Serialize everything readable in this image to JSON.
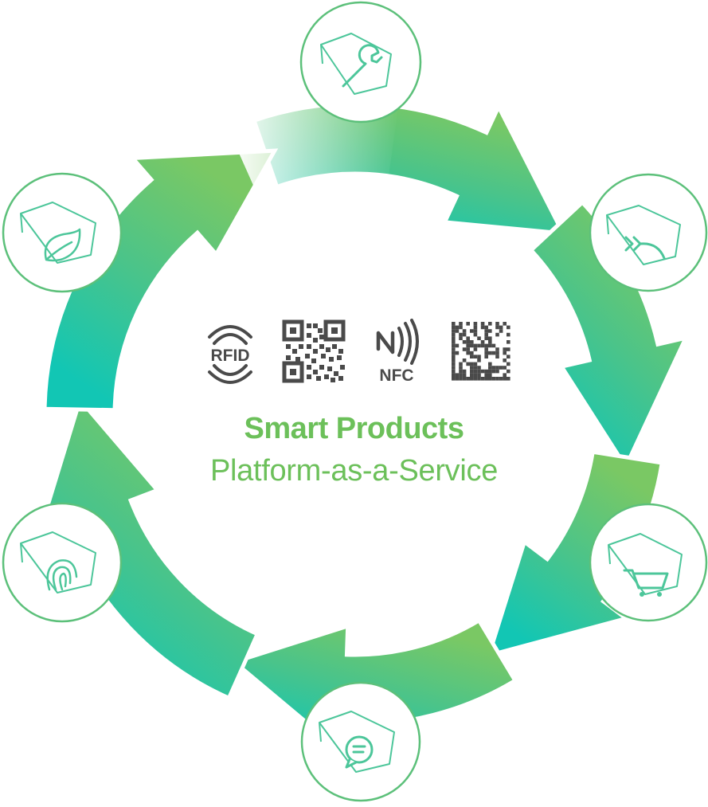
{
  "title": {
    "line1": "Smart Products",
    "line2": "Platform-as-a-Service"
  },
  "tech_icons": [
    {
      "name": "rfid-icon",
      "label": "RFID"
    },
    {
      "name": "qr-code-icon"
    },
    {
      "name": "nfc-icon",
      "label": "NFC"
    },
    {
      "name": "datamatrix-icon"
    }
  ],
  "stages": [
    {
      "name": "wrench-card-icon"
    },
    {
      "name": "return-card-icon"
    },
    {
      "name": "cart-card-icon"
    },
    {
      "name": "chat-card-icon"
    },
    {
      "name": "fingerprint-card-icon"
    },
    {
      "name": "leaf-card-icon"
    }
  ],
  "colors": {
    "brand_green": "#6cc05a",
    "arrow_light": "#7ac864",
    "arrow_mid": "#4ac48a",
    "arrow_teal": "#12c6b4",
    "icon_dark": "#4a4a4a",
    "circle_border": "#5cc07a"
  }
}
